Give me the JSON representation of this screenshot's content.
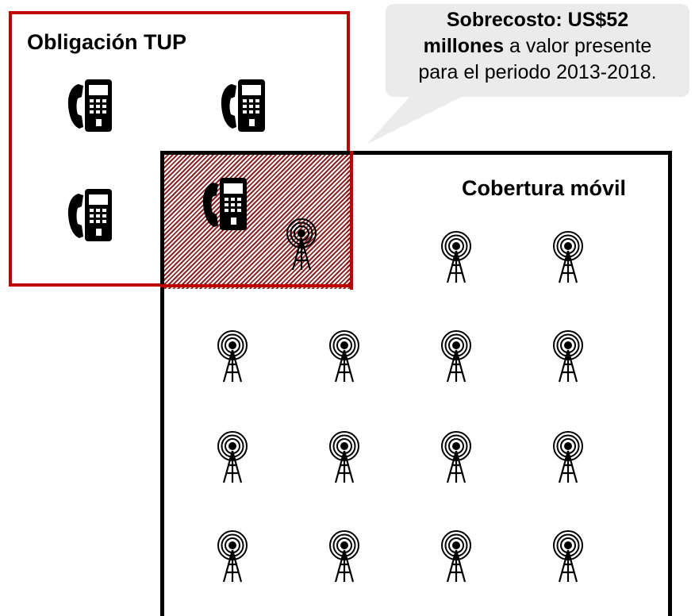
{
  "tup_box": {
    "title": "Obligación TUP",
    "border_color": "#c00000"
  },
  "mobile_box": {
    "title": "Cobertura móvil",
    "border_color": "#000000"
  },
  "overlap_pattern_color": "#7a0f0f",
  "callout": {
    "line1_bold": "Sobrecosto: US$52",
    "line2_bold": "millones",
    "line2_rest": " a valor presente",
    "line3": "para el periodo 2013-2018.",
    "background": "#ebebeb"
  },
  "icons": {
    "phone": "payphone-icon",
    "tower": "antenna-tower-icon"
  }
}
